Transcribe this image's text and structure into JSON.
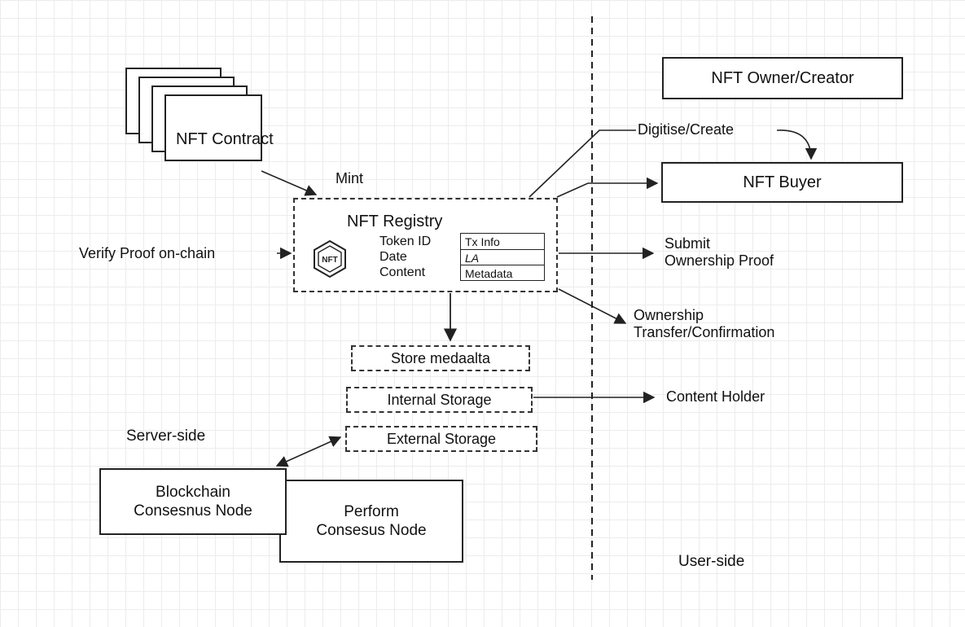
{
  "contract": {
    "title": "NFT Contract"
  },
  "registry": {
    "title": "NFT Registry",
    "logo_text": "NFT",
    "fields": [
      "Token ID",
      "Date",
      "Content"
    ],
    "values": [
      "Tx Info",
      "LA",
      "Metadata"
    ]
  },
  "labels": {
    "mint": "Mint",
    "verify": "Verify Proof on-chain",
    "digitise": "Digitise/Create",
    "submit_line1": "Submit",
    "submit_line2": "Ownership Proof",
    "transfer_line1": "Ownership",
    "transfer_line2": "Transfer/Confirmation",
    "content_holder": "Content Holder",
    "server_side": "Server-side",
    "user_side": "User-side"
  },
  "storage": {
    "store_metadata": "Store medaalta",
    "internal": "Internal Storage",
    "external": "External Storage"
  },
  "actors": {
    "owner": "NFT Owner/Creator",
    "buyer": "NFT Buyer"
  },
  "nodes": {
    "blockchain_line1": "Blockchain",
    "blockchain_line2": "Consesnus Node",
    "perform_line1": "Perform",
    "perform_line2": "Consesus Node"
  },
  "colors": {
    "stroke": "#222222",
    "grid": "#ececec",
    "background": "#ffffff"
  }
}
